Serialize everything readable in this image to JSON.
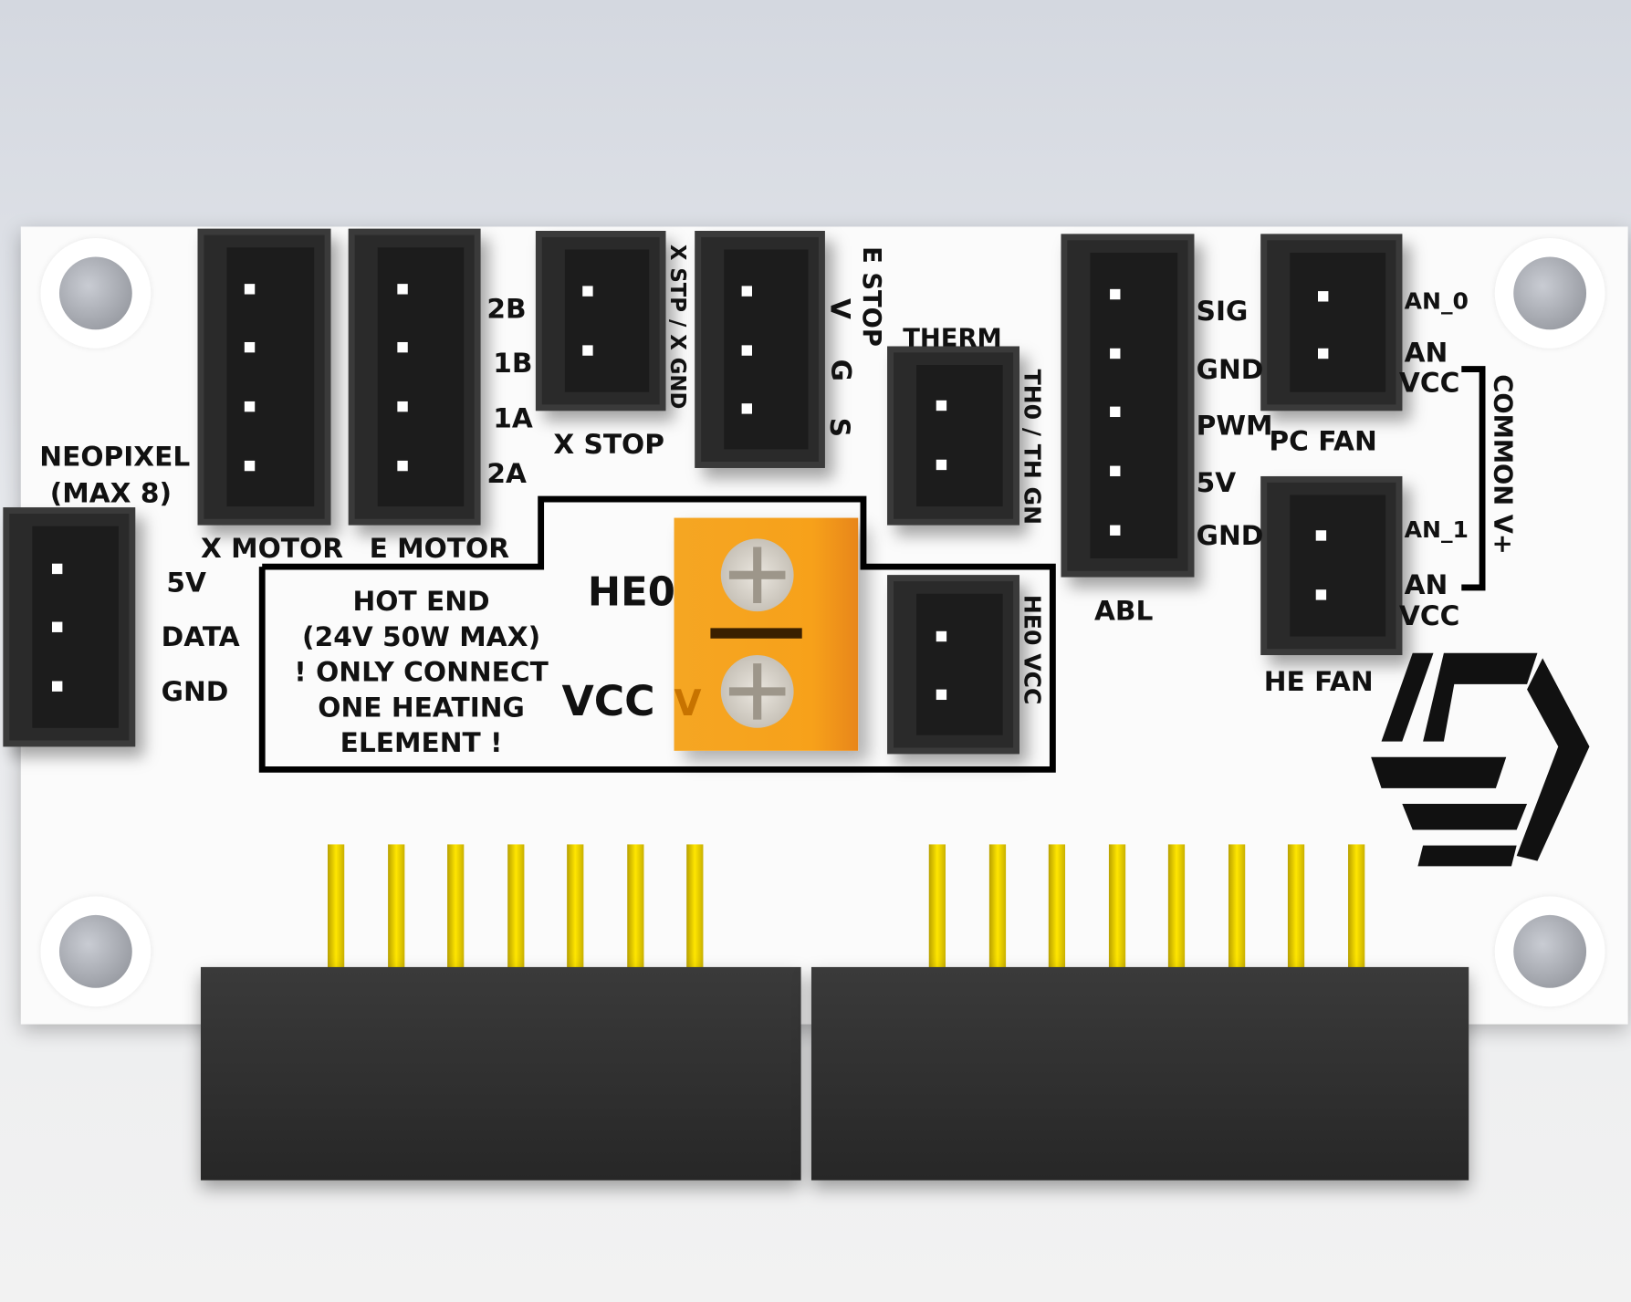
{
  "board": {
    "colors": {
      "board": "#fbfbfb",
      "connector": "#2a2a2a",
      "terminal": "#f7a11a",
      "header_pins": "#ffe600"
    },
    "labels": {
      "x_motor": "X MOTOR",
      "e_motor": "E MOTOR",
      "m_2b": "2B",
      "m_1b": "1B",
      "m_1a": "1A",
      "m_2a": "2A",
      "x_stop": "X STOP",
      "x_stop_pins": "X STP / X GND",
      "e_stop": "E STOP",
      "e_v": "V",
      "e_g": "G",
      "e_s": "S",
      "therm": "THERM",
      "therm_pins": "TH0 / TH GN",
      "neopixel": "NEOPIXEL",
      "neopixel_max": "(MAX 8)",
      "np_5v": "5V",
      "np_data": "DATA",
      "np_gnd": "GND",
      "hot_end_1": "HOT END",
      "hot_end_2": "(24V 50W MAX)",
      "hot_end_3": "! ONLY CONNECT",
      "hot_end_4": "ONE HEATING",
      "hot_end_5": "ELEMENT !",
      "he0": "HE0",
      "vcc": "VCC",
      "vcc_v": "V",
      "he0_pins": "HE0  VCC",
      "abl": "ABL",
      "abl_sig": "SIG",
      "abl_gnd1": "GND",
      "abl_pwm": "PWM",
      "abl_5v": "5V",
      "abl_gnd2": "GND",
      "fan_0": "AN_0",
      "fan_0_vcc_a": "AN",
      "fan_0_vcc_b": "VCC",
      "pc_fan": "PC FAN",
      "fan_1": "AN_1",
      "fan_1_vcc_a": "AN",
      "fan_1_vcc_b": "VCC",
      "he_fan": "HE FAN",
      "common": "COMMON V+"
    }
  }
}
